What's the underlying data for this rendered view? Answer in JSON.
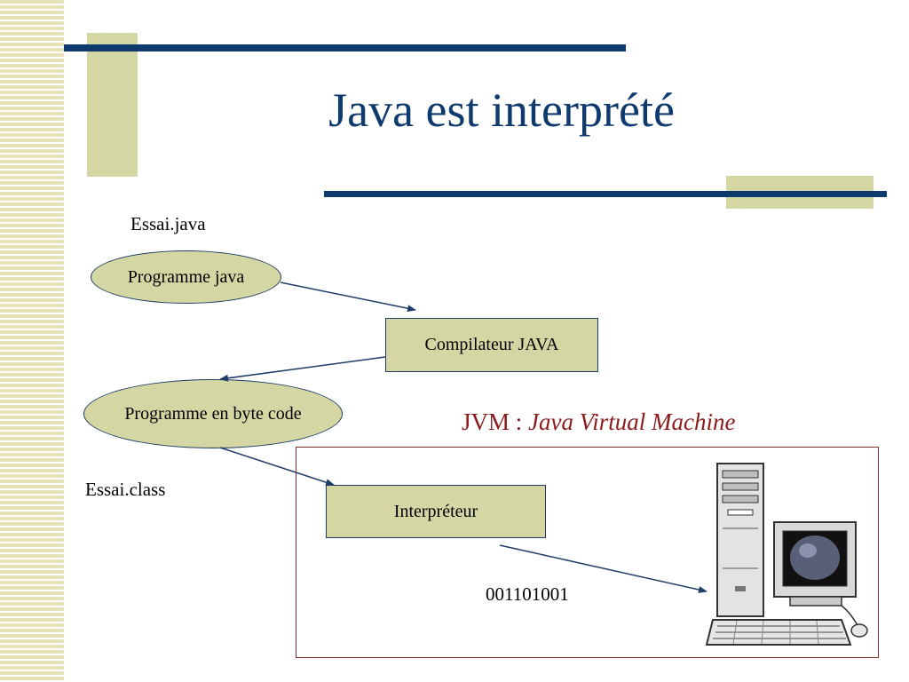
{
  "slide": {
    "title": "Java est interprété"
  },
  "labels": {
    "source_file": "Essai.java",
    "class_file": "Essai.class",
    "binary": "001101001"
  },
  "nodes": {
    "java_program": "Programme java",
    "compiler": "Compilateur JAVA",
    "bytecode_program": "Programme en byte code",
    "interpreter": "Interpréteur"
  },
  "jvm": {
    "prefix": "JVM : ",
    "full_name": "Java Virtual Machine"
  },
  "colors": {
    "title": "#0e3a6e",
    "accent_bar": "#0e3a6e",
    "accent_block": "#d4d7a4",
    "jvm_text": "#8b1a1a",
    "jvm_border": "#8a2a2a"
  },
  "icons": {
    "computer": "desktop-computer-icon"
  }
}
